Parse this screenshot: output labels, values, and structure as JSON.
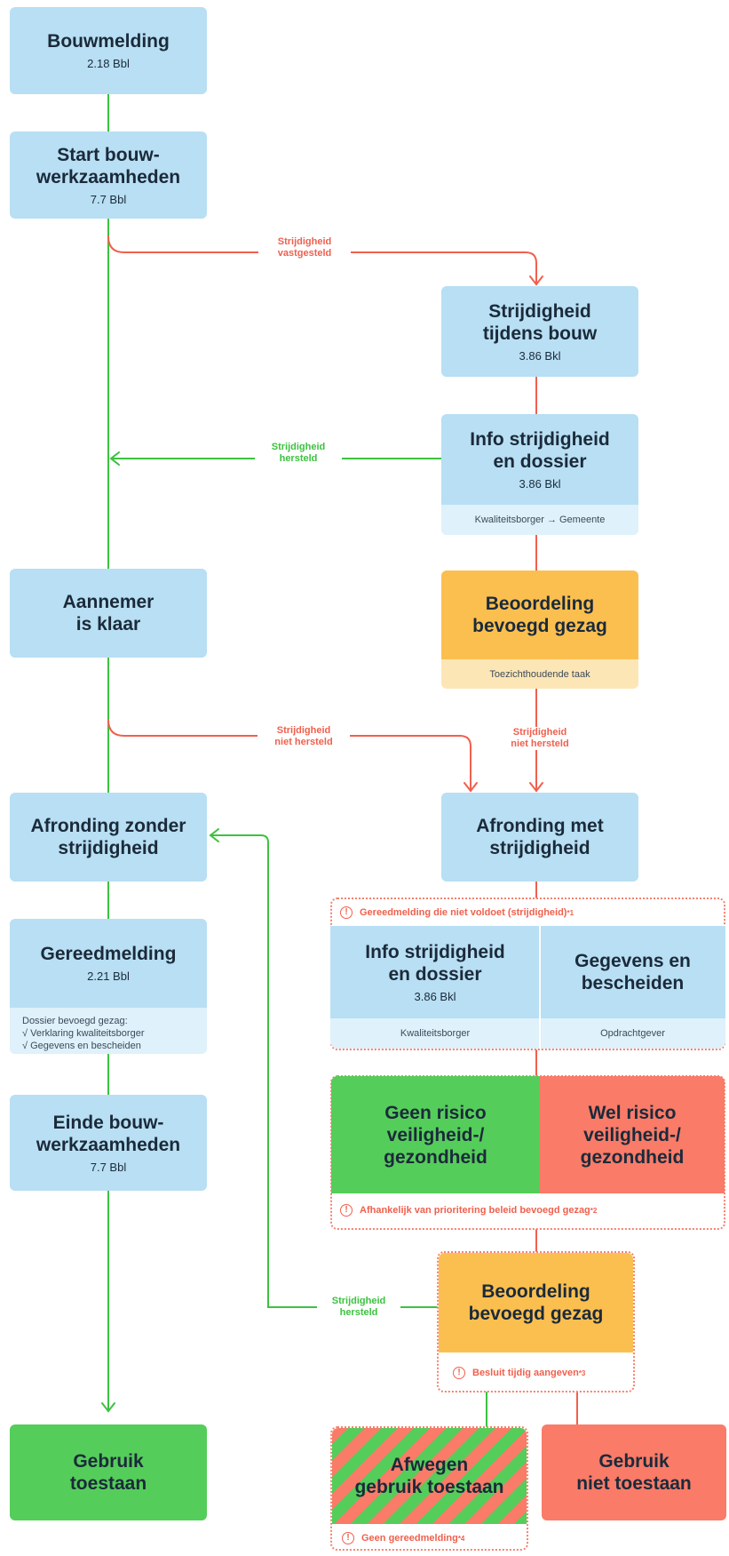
{
  "nodes": {
    "bouwmelding": {
      "title": "Bouwmelding",
      "sub": "2.18 Bbl"
    },
    "start": {
      "title": "Start bouw-\nwerkzaamheden",
      "sub": "7.7 Bbl"
    },
    "strijd_bouw": {
      "title": "Strijdigheid\ntijdens bouw",
      "sub": "3.86 Bkl"
    },
    "info1": {
      "title": "Info strijdigheid\nen dossier",
      "sub": "3.86 Bkl",
      "note": "Kwaliteitsborger → Gemeente"
    },
    "aannemer": {
      "title": "Aannemer\nis klaar"
    },
    "beoordeling1": {
      "title": "Beoordeling\nbevoegd gezag",
      "note": "Toezichthoudende taak"
    },
    "afr_zonder": {
      "title": "Afronding zonder\nstrijdigheid"
    },
    "afr_met": {
      "title": "Afronding met\nstrijdigheid"
    },
    "gereed": {
      "title": "Gereedmelding",
      "sub": "2.21 Bbl",
      "note_head": "Dossier bevoegd gezag:",
      "note_items": [
        "√  Verklaring kwaliteitsborger",
        "√  Gegevens en bescheiden"
      ]
    },
    "info2": {
      "title": "Info strijdigheid\nen dossier",
      "sub": "3.86 Bkl",
      "note": "Kwaliteitsborger"
    },
    "gegevens": {
      "title": "Gegevens en\nbescheiden",
      "note": "Opdrachtgever"
    },
    "einde": {
      "title": "Einde bouw-\nwerkzaamheden",
      "sub": "7.7 Bbl"
    },
    "geen_risico": {
      "title": "Geen risico\nveiligheid-/\ngezondheid"
    },
    "wel_risico": {
      "title": "Wel risico\nveiligheid-/\ngezondheid"
    },
    "beoordeling2": {
      "title": "Beoordeling\nbevoegd gezag"
    },
    "gebruik_toestaan": {
      "title": "Gebruik\ntoestaan"
    },
    "afwegen": {
      "title": "Afwegen\ngebruik toestaan"
    },
    "gebruik_niet": {
      "title": "Gebruik\nniet toestaan"
    }
  },
  "warnings": {
    "w1": "Gereedmelding die niet voldoet (strijdigheid)",
    "w1_sup": "*1",
    "w2": "Afhankelijk van prioritering beleid bevoegd gezag",
    "w2_sup": "*2",
    "w3": "Besluit tijdig aangeven",
    "w3_sup": "*3",
    "w4": "Geen gereedmelding",
    "w4_sup": "*4"
  },
  "labels": {
    "vastgesteld": "Strijdigheid\nvastgesteld",
    "hersteld1": "Strijdigheid\nhersteld",
    "niet_hersteld1": "Strijdigheid\nniet hersteld",
    "niet_hersteld2": "Strijdigheid\nniet hersteld",
    "hersteld2": "Strijdigheid\nhersteld"
  },
  "colors": {
    "blue": "#b8dff3",
    "orange": "#fbbf50",
    "green": "#55cd5a",
    "red": "#f97b68",
    "line_green": "#3cc23f",
    "line_red": "#f0604d"
  }
}
